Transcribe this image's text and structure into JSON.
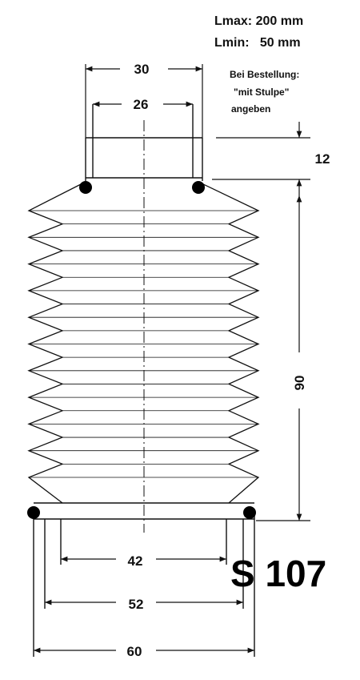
{
  "specs": {
    "lmax": "Lmax: 200 mm",
    "lmin": "Lmin:   50 mm"
  },
  "order_note": {
    "line1": "Bei Bestellung:",
    "line2": "\"mit Stulpe\"",
    "line3": "angeben"
  },
  "dimensions": {
    "top_outer": "30",
    "top_inner": "26",
    "collar_height": "12",
    "bellows_length": "90",
    "bottom_inner": "42",
    "bottom_middle": "52",
    "bottom_outer": "60"
  },
  "part_number": "S 107",
  "bellows": {
    "folds": 11
  },
  "colors": {
    "line": "#111111",
    "ring": "#000000"
  }
}
